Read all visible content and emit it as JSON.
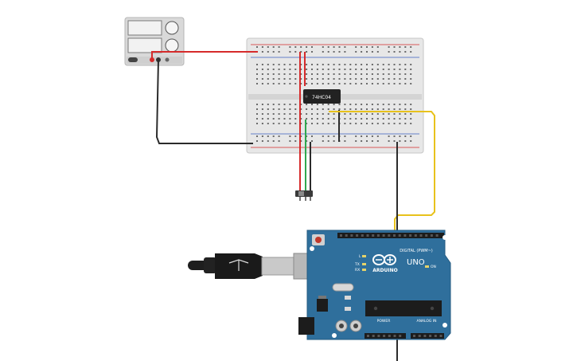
{
  "components": {
    "power_supply": {
      "label": "",
      "color": "#d9d9d9"
    },
    "breadboard": {
      "label": "",
      "color": "#e7e7e7"
    },
    "chip": {
      "label": "74HC04",
      "color": "#222222"
    },
    "slide_switch": {
      "label": ""
    },
    "arduino": {
      "brand_label": "ARDUINO",
      "model_label": "UNO",
      "digital_label": "DIGITAL (PWM~)",
      "power_label": "POWER",
      "analog_label": "ANALOG IN",
      "tx_label": "TX",
      "rx_label": "RX",
      "on_label": "ON",
      "l_label": "L",
      "board_color": "#2f6f9c"
    },
    "usb_cable": {
      "label": ""
    }
  },
  "wires": [
    {
      "name": "supply-positive-wire",
      "color": "#d62b2b"
    },
    {
      "name": "supply-negative-wire",
      "color": "#2b2b2b"
    },
    {
      "name": "switch-left-wire",
      "color": "#d62b2b"
    },
    {
      "name": "switch-middle-wire",
      "color": "#2fa84f"
    },
    {
      "name": "switch-right-wire",
      "color": "#2b2b2b"
    },
    {
      "name": "chip-output-wire",
      "color": "#e8c21c"
    },
    {
      "name": "arduino-ground-wire",
      "color": "#2b2b2b"
    }
  ]
}
